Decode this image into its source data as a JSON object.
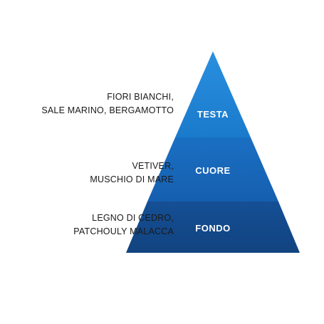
{
  "colors": {
    "top_tier": "#1b7ed0",
    "middle_tier": "#1766bb",
    "base_tier": "#134b8e",
    "label_text": "#ffffff",
    "note_text": "#1a1a1a",
    "background": "#ffffff"
  },
  "tiers": [
    {
      "label": "TESTA",
      "notes": [
        "FIORI BIANCHI,",
        "SALE MARINO, BERGAMOTTO"
      ]
    },
    {
      "label": "CUORE",
      "notes": [
        "VETIVER,",
        "MUSCHIO DI MARE"
      ]
    },
    {
      "label": "FONDO",
      "notes": [
        "LEGNO DI CEDRO,",
        "PATCHOULY MALACCA"
      ]
    }
  ]
}
